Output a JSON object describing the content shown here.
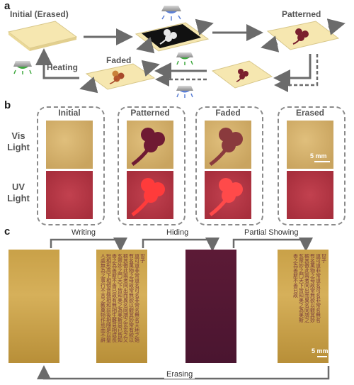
{
  "panel_a": {
    "letter": "a",
    "label_initial": "Initial (Erased)",
    "label_patterned": "Patterned",
    "label_faded": "Faded",
    "label_heating": "Heating"
  },
  "panel_b": {
    "letter": "b",
    "columns": [
      "Initial",
      "Patterned",
      "Faded",
      "Erased"
    ],
    "rows": [
      "Vis\nLight",
      "UV\nLight"
    ],
    "scale": "5 mm"
  },
  "panel_c": {
    "letter": "c",
    "step_writing": "Writing",
    "step_hiding": "Hiding",
    "step_partial": "Partial Showing",
    "step_erasing": "Erasing",
    "scale": "5 mm"
  },
  "colors": {
    "film": "#f6e7b0",
    "pattern": "#7a1f2e",
    "uv_light": "#5b7fd6",
    "green_light": "#3ea83e",
    "arrow": "#6b6b6b"
  }
}
